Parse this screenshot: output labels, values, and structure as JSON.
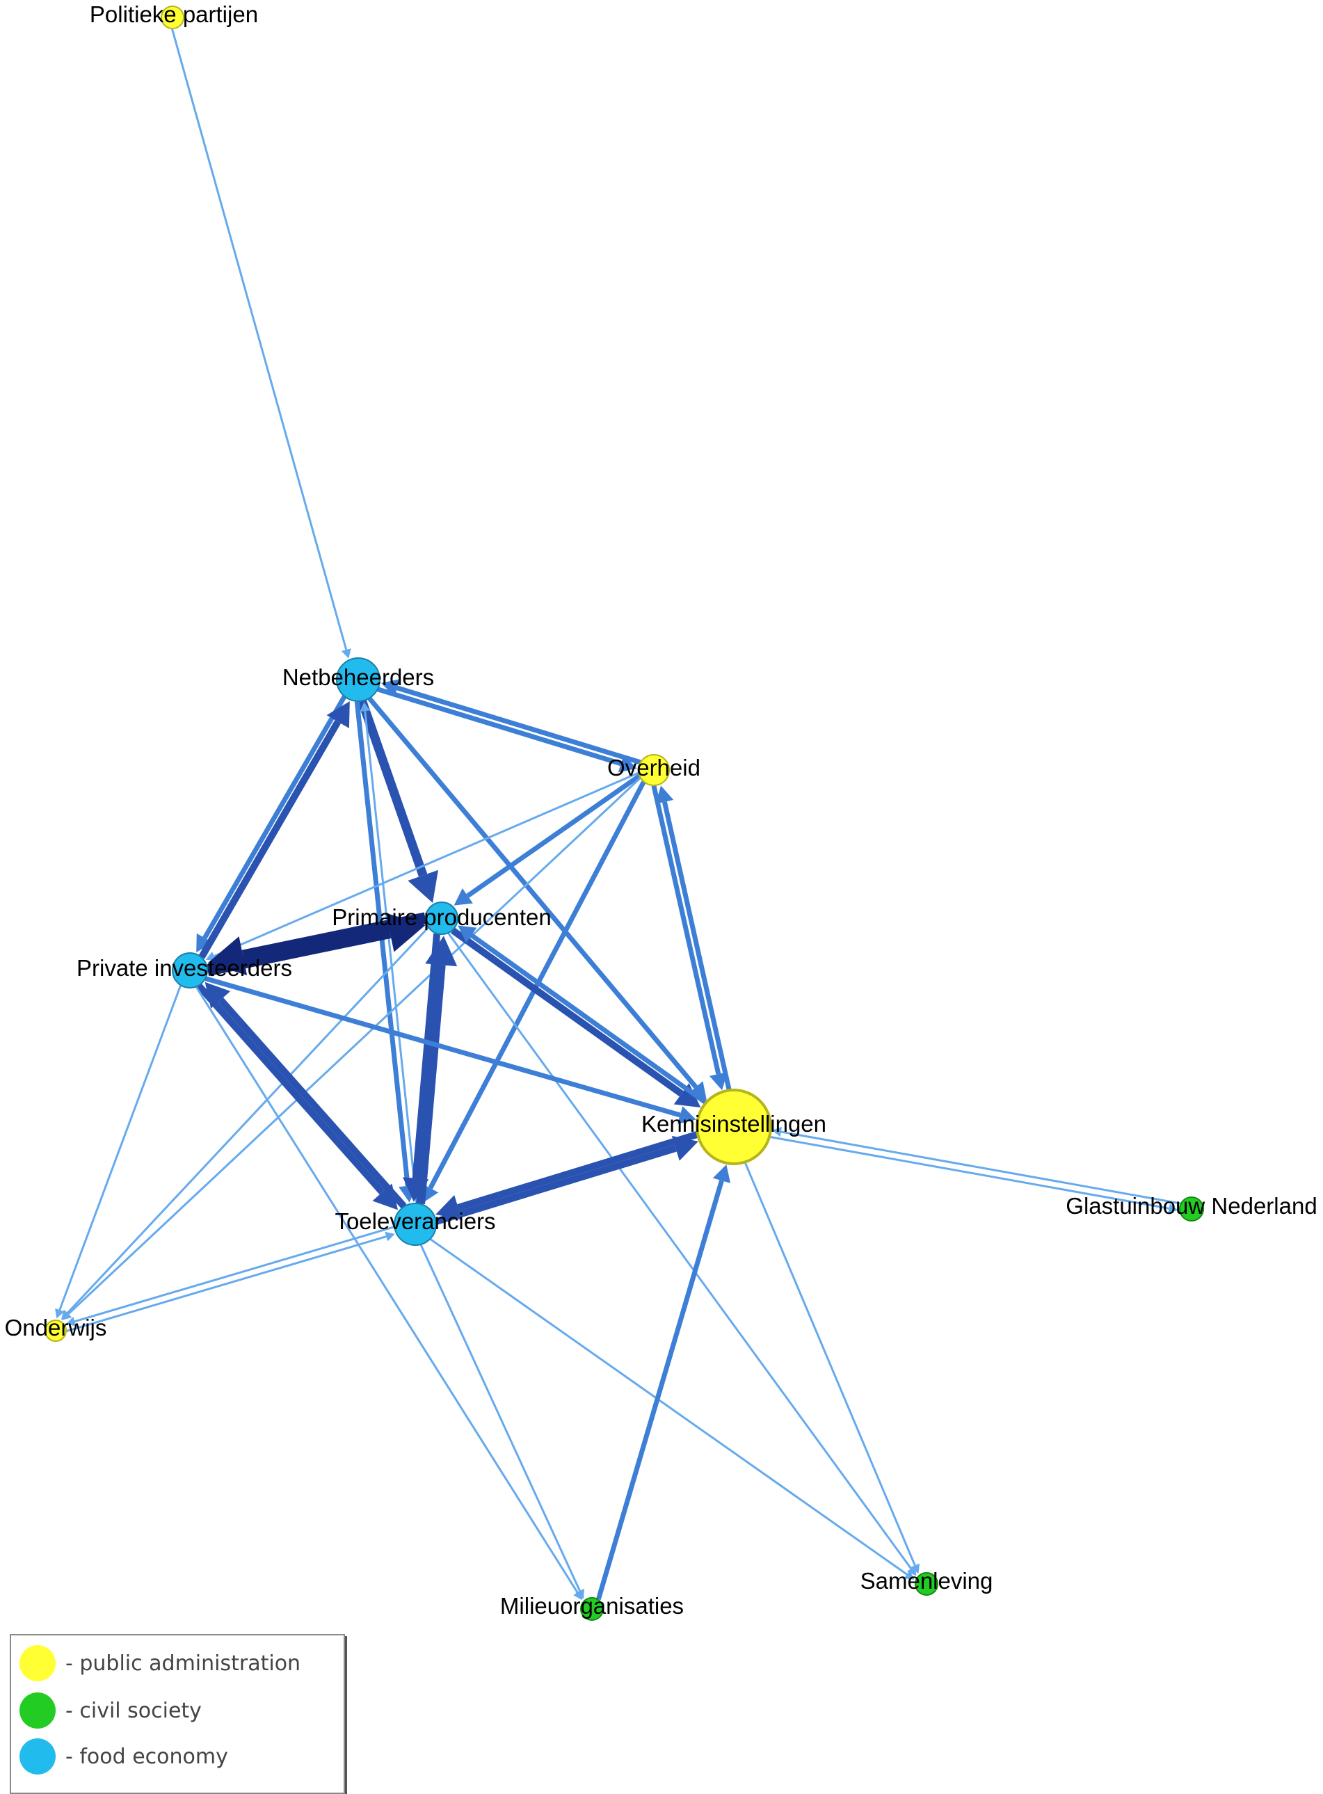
{
  "colors": {
    "public_administration": "#ffff33",
    "civil_society": "#22cc22",
    "food_economy": "#22bbee",
    "edge_light": "#66aaee",
    "edge_medium": "#3d7fd6",
    "edge_dark": "#2a52b0",
    "edge_darkest": "#14287a"
  },
  "nodes": [
    {
      "id": "politieke",
      "label": "Politieke partijen",
      "group": "public_administration"
    },
    {
      "id": "netbeheerders",
      "label": "Netbeheerders",
      "group": "food_economy"
    },
    {
      "id": "overheid",
      "label": "Overheid",
      "group": "public_administration"
    },
    {
      "id": "primaire",
      "label": "Primaire producenten",
      "group": "food_economy"
    },
    {
      "id": "private",
      "label": "Private investeerders",
      "group": "food_economy"
    },
    {
      "id": "kennis",
      "label": "Kennisinstellingen",
      "group": "public_administration"
    },
    {
      "id": "toeleveranciers",
      "label": "Toeleveranciers",
      "group": "food_economy"
    },
    {
      "id": "glastuinbouw",
      "label": "Glastuinbouw Nederland",
      "group": "civil_society"
    },
    {
      "id": "onderwijs",
      "label": "Onderwijs",
      "group": "public_administration"
    },
    {
      "id": "milieu",
      "label": "Milieuorganisaties",
      "group": "civil_society"
    },
    {
      "id": "samenleving",
      "label": "Samenleving",
      "group": "civil_society"
    }
  ],
  "edges": [
    {
      "from": "politieke",
      "to": "netbeheerders",
      "weight": 1
    },
    {
      "from": "netbeheerders",
      "to": "primaire",
      "weight": 4
    },
    {
      "from": "netbeheerders",
      "to": "private",
      "weight": 2
    },
    {
      "from": "private",
      "to": "netbeheerders",
      "weight": 3
    },
    {
      "from": "netbeheerders",
      "to": "toeleveranciers",
      "weight": 2
    },
    {
      "from": "toeleveranciers",
      "to": "netbeheerders",
      "weight": 1
    },
    {
      "from": "netbeheerders",
      "to": "kennis",
      "weight": 2
    },
    {
      "from": "netbeheerders",
      "to": "overheid",
      "weight": 2
    },
    {
      "from": "overheid",
      "to": "netbeheerders",
      "weight": 2
    },
    {
      "from": "overheid",
      "to": "primaire",
      "weight": 2
    },
    {
      "from": "overheid",
      "to": "private",
      "weight": 1
    },
    {
      "from": "overheid",
      "to": "toeleveranciers",
      "weight": 2
    },
    {
      "from": "overheid",
      "to": "onderwijs",
      "weight": 1
    },
    {
      "from": "overheid",
      "to": "kennis",
      "weight": 2
    },
    {
      "from": "kennis",
      "to": "overheid",
      "weight": 2
    },
    {
      "from": "primaire",
      "to": "private",
      "weight": 5
    },
    {
      "from": "private",
      "to": "primaire",
      "weight": 5
    },
    {
      "from": "primaire",
      "to": "kennis",
      "weight": 3
    },
    {
      "from": "kennis",
      "to": "primaire",
      "weight": 2
    },
    {
      "from": "primaire",
      "to": "toeleveranciers",
      "weight": 3
    },
    {
      "from": "toeleveranciers",
      "to": "primaire",
      "weight": 4
    },
    {
      "from": "primaire",
      "to": "onderwijs",
      "weight": 1
    },
    {
      "from": "primaire",
      "to": "samenleving",
      "weight": 1
    },
    {
      "from": "private",
      "to": "kennis",
      "weight": 2
    },
    {
      "from": "private",
      "to": "toeleveranciers",
      "weight": 3
    },
    {
      "from": "toeleveranciers",
      "to": "private",
      "weight": 3
    },
    {
      "from": "private",
      "to": "onderwijs",
      "weight": 1
    },
    {
      "from": "private",
      "to": "milieu",
      "weight": 1
    },
    {
      "from": "toeleveranciers",
      "to": "kennis",
      "weight": 3
    },
    {
      "from": "kennis",
      "to": "toeleveranciers",
      "weight": 3
    },
    {
      "from": "toeleveranciers",
      "to": "onderwijs",
      "weight": 1
    },
    {
      "from": "onderwijs",
      "to": "toeleveranciers",
      "weight": 1
    },
    {
      "from": "toeleveranciers",
      "to": "milieu",
      "weight": 1
    },
    {
      "from": "toeleveranciers",
      "to": "samenleving",
      "weight": 1
    },
    {
      "from": "kennis",
      "to": "glastuinbouw",
      "weight": 1
    },
    {
      "from": "glastuinbouw",
      "to": "kennis",
      "weight": 1
    },
    {
      "from": "kennis",
      "to": "samenleving",
      "weight": 1
    },
    {
      "from": "milieu",
      "to": "kennis",
      "weight": 2
    }
  ],
  "legend": [
    {
      "group": "public_administration",
      "label": "- public administration"
    },
    {
      "group": "civil_society",
      "label": "- civil society"
    },
    {
      "group": "food_economy",
      "label": "- food economy"
    }
  ]
}
